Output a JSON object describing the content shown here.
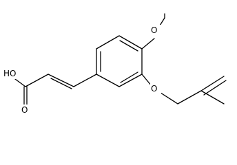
{
  "molecule": {
    "atoms": [
      {
        "id": "ho",
        "label": "HO"
      },
      {
        "id": "o_carbonyl",
        "label": "O"
      },
      {
        "id": "o_methoxy",
        "label": "O"
      },
      {
        "id": "o_ether",
        "label": "O"
      }
    ]
  }
}
